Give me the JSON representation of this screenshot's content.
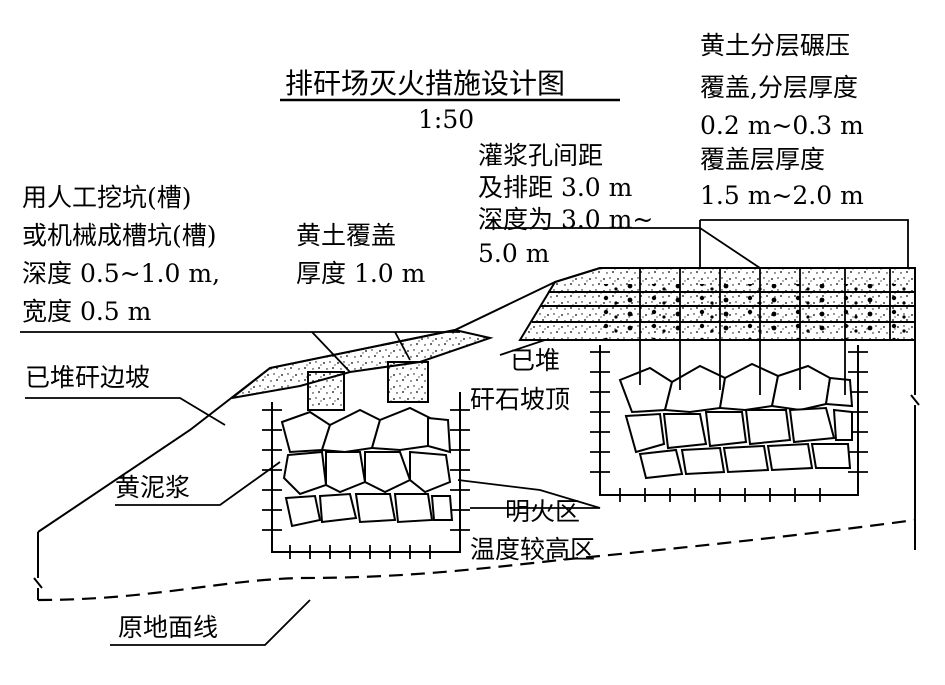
{
  "title": "排矸场灭火措施设计图",
  "scale": "1:50",
  "labels": {
    "top_right_line1": "黄土分层碾压",
    "top_right_line2": "覆盖,分层厚度",
    "top_right_line3": "0.2 m~0.3 m",
    "top_right_line4": "覆盖层厚度",
    "top_right_line5": "1.5 m~2.0 m",
    "grout_line1": "灌浆孔间距",
    "grout_line2": "及排距 3.0 m",
    "grout_line3": "深度为 3.0 m~",
    "grout_line4": "5.0 m",
    "trench_line1": "用人工挖坑(槽)",
    "trench_line2": "或机械成槽坑(槽)",
    "trench_line3": "深度 0.5~1.0 m,",
    "trench_line4": "宽度 0.5 m",
    "loess_line1": "黄土覆盖",
    "loess_line2": "厚度 1.0 m",
    "slope": "已堆矸边坡",
    "pile_top_line1": "已堆",
    "pile_top_line2": "矸石坡顶",
    "mud": "黄泥浆",
    "fire_line1": "明火区",
    "fire_line2": "温度较高区",
    "ground": "原地面线"
  },
  "colors": {
    "ink": "#000000",
    "background": "#ffffff"
  }
}
